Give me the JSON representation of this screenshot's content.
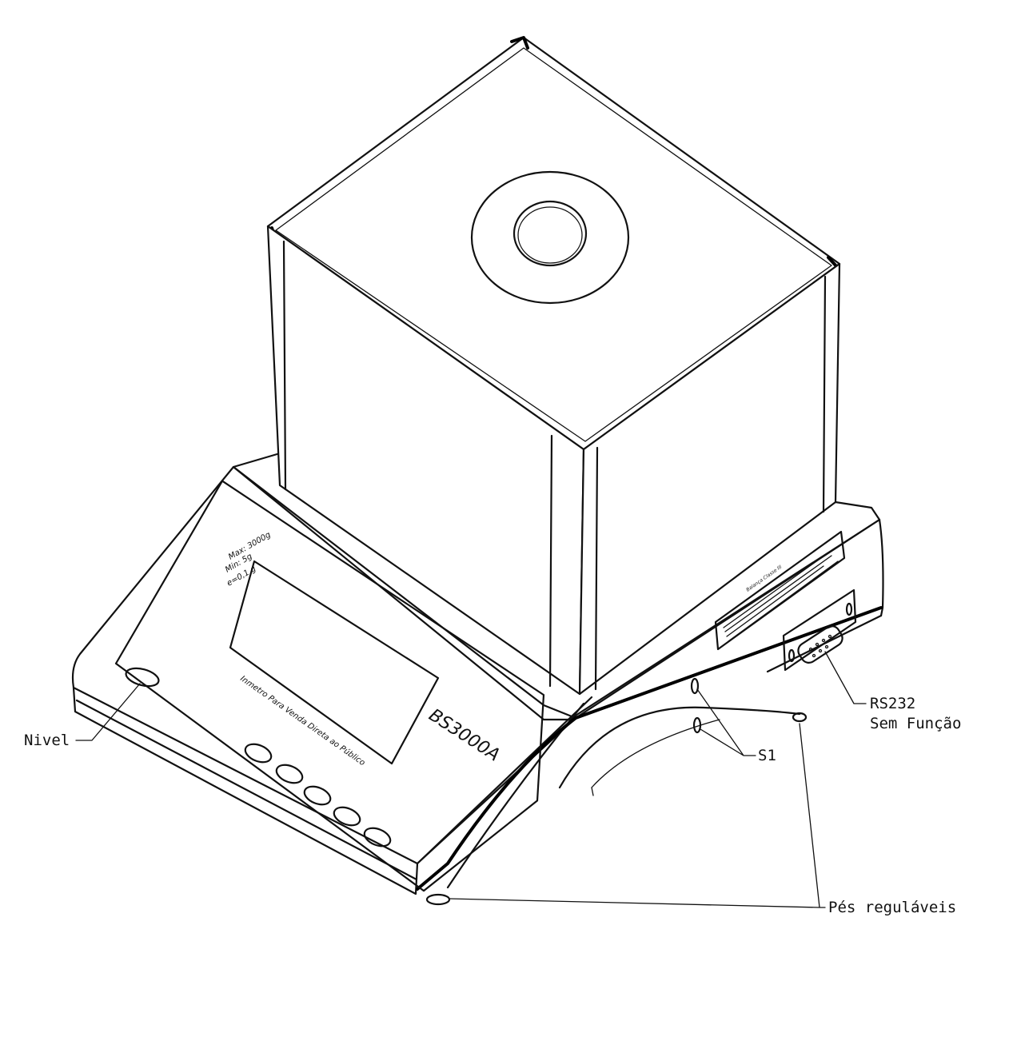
{
  "labels": {
    "nivel": "Nivel",
    "rs232_line1": "RS232",
    "rs232_line2": "Sem Função",
    "s1": "S1",
    "pes": "Pés reguláveis"
  },
  "panel": {
    "model": "BS3000A",
    "spec_max": "Max: 3000g",
    "spec_min": "Min: 5g",
    "spec_e": "e=0,1 g",
    "warning": "Inmetro Para Venda Direta ao Público"
  },
  "plate": {
    "title": "Balança Classe III"
  },
  "colors": {
    "line": "#111111",
    "background": "#ffffff"
  }
}
